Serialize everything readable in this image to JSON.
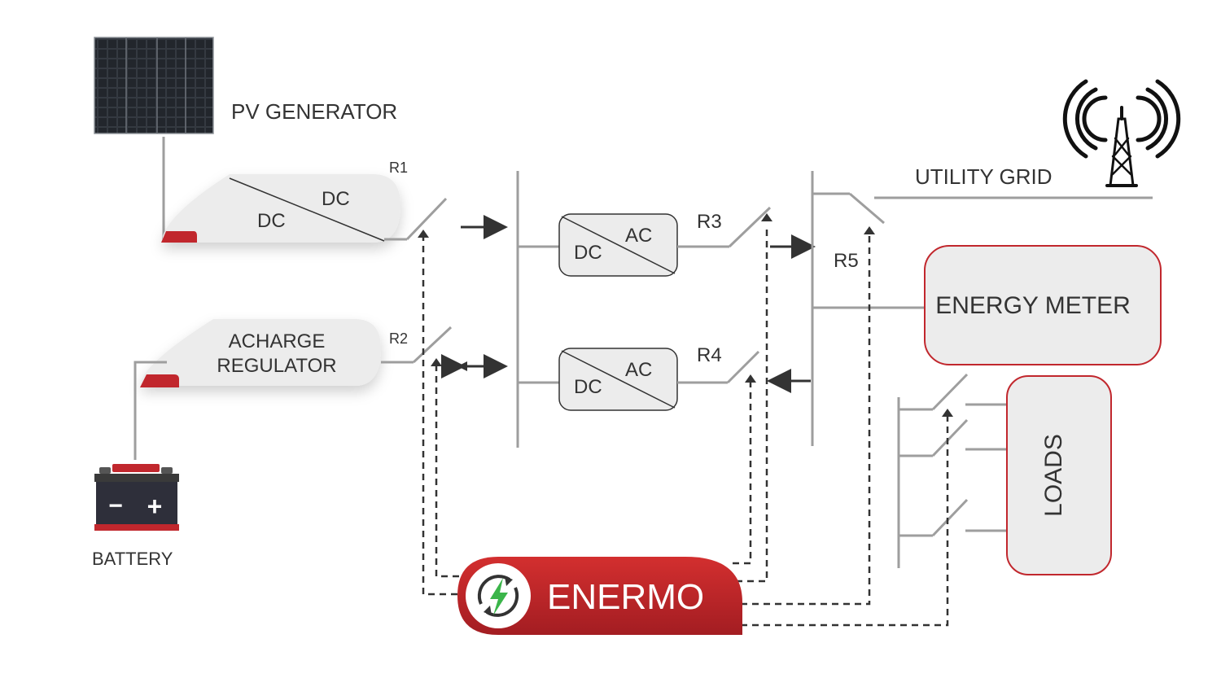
{
  "labels": {
    "pv_generator": "PV GENERATOR",
    "r1": "R1",
    "r2": "R2",
    "r3": "R3",
    "r4": "R4",
    "r5": "R5",
    "utility_grid": "UTILITY GRID",
    "energy_meter": "ENERGY METER",
    "loads": "LOADS",
    "battery": "BATTERY",
    "enermo": "ENERMO"
  },
  "converters": {
    "pv_dcdc": {
      "in": "DC",
      "out": "DC"
    },
    "charge_regulator": {
      "line1": "ACHARGE",
      "line2": "REGULATOR"
    },
    "inverter_top": {
      "in": "DC",
      "out": "AC"
    },
    "inverter_bottom": {
      "in": "DC",
      "out": "AC"
    }
  },
  "battery_signs": {
    "minus": "−",
    "plus": "+"
  },
  "colors": {
    "brand_red": "#c1272d",
    "line_gray": "#9e9e9e",
    "box_fill": "#ececec",
    "dark": "#333333"
  }
}
